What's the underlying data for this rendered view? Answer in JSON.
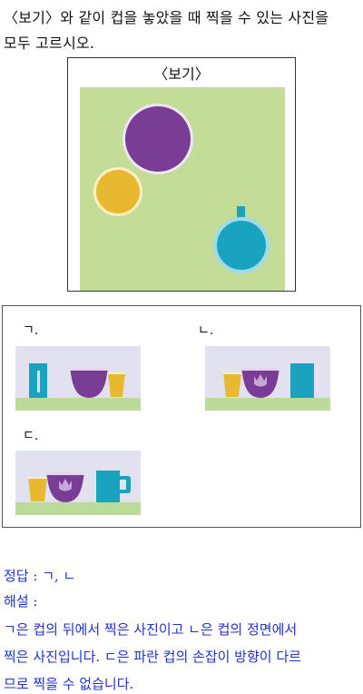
{
  "question": {
    "line1": "〈보기〉와 같이 컵을 놓았을 때 찍을 수 있는 사진을",
    "line2": "모두 고르시오."
  },
  "reference": {
    "title": "〈보기〉"
  },
  "options": [
    {
      "label": "ㄱ."
    },
    {
      "label": "ㄴ."
    },
    {
      "label": "ㄷ."
    }
  ],
  "answer": {
    "line": "정답 : ㄱ, ㄴ",
    "heading": "해설 :",
    "exp1": "ㄱ은 컵의 뒤에서 찍은 사진이고 ㄴ은 컵의 정면에서",
    "exp2": "찍은 사진입니다. ㄷ은 파란 컵의 손잡이 방향이 다르",
    "exp3": "므로 찍을 수 없습니다."
  },
  "colors": {
    "mat": "#c3dc97",
    "purple": "#7a3d96",
    "yellow": "#e8b82e",
    "teal": "#1aa3bf",
    "answer_text": "#2230d8"
  }
}
